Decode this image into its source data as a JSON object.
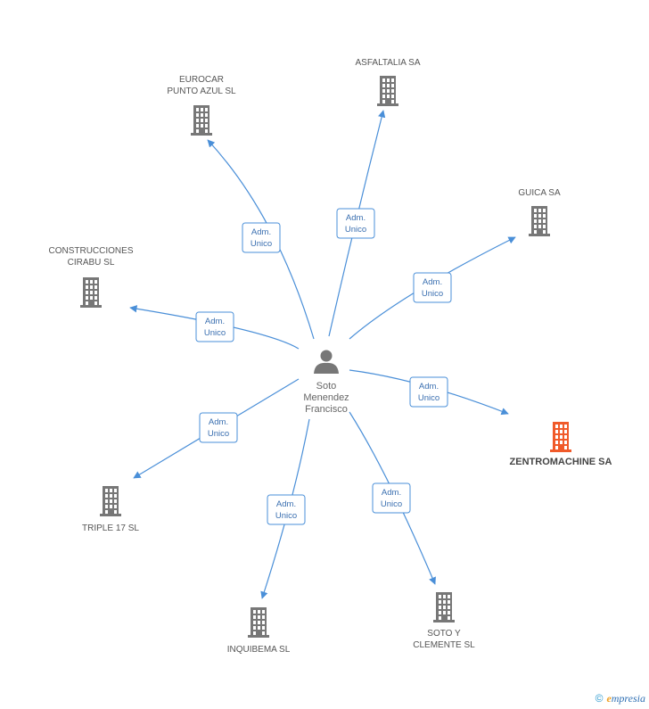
{
  "person": {
    "label_lines": [
      "Soto",
      "Menendez",
      "Francisco"
    ],
    "icon": "person-icon"
  },
  "companies": [
    {
      "id": "eurocar",
      "label_lines": [
        "EUROCAR",
        "PUNTO AZUL SL"
      ],
      "icon": "building-icon",
      "highlight": false
    },
    {
      "id": "asfaltalia",
      "label_lines": [
        "ASFALTALIA SA"
      ],
      "icon": "building-icon",
      "highlight": false
    },
    {
      "id": "guica",
      "label_lines": [
        "GUICA SA"
      ],
      "icon": "building-icon",
      "highlight": false
    },
    {
      "id": "construcciones",
      "label_lines": [
        "CONSTRUCCIONES",
        "CIRABU SL"
      ],
      "icon": "building-icon",
      "highlight": false
    },
    {
      "id": "zentromachine",
      "label_lines": [
        "ZENTROMACHINE SA"
      ],
      "icon": "building-icon",
      "highlight": true
    },
    {
      "id": "triple17",
      "label_lines": [
        "TRIPLE 17  SL"
      ],
      "icon": "building-icon",
      "highlight": false
    },
    {
      "id": "inquibema",
      "label_lines": [
        "INQUIBEMA SL"
      ],
      "icon": "building-icon",
      "highlight": false
    },
    {
      "id": "sotoyclemente",
      "label_lines": [
        "SOTO Y",
        "CLEMENTE SL"
      ],
      "icon": "building-icon",
      "highlight": false
    }
  ],
  "edges": [
    {
      "target": "eurocar",
      "label_lines": [
        "Adm.",
        "Unico"
      ]
    },
    {
      "target": "asfaltalia",
      "label_lines": [
        "Adm.",
        "Unico"
      ]
    },
    {
      "target": "guica",
      "label_lines": [
        "Adm.",
        "Unico"
      ]
    },
    {
      "target": "construcciones",
      "label_lines": [
        "Adm.",
        "Unico"
      ]
    },
    {
      "target": "zentromachine",
      "label_lines": [
        "Adm.",
        "Unico"
      ]
    },
    {
      "target": "triple17",
      "label_lines": [
        "Adm.",
        "Unico"
      ]
    },
    {
      "target": "inquibema",
      "label_lines": [
        "Adm.",
        "Unico"
      ]
    },
    {
      "target": "sotoyclemente",
      "label_lines": [
        "Adm.",
        "Unico"
      ]
    }
  ],
  "colors": {
    "edge": "#4a8fd8",
    "building": "#777777",
    "building_highlight": "#f05a2a",
    "person": "#777777"
  },
  "footer": {
    "copyright_symbol": "©",
    "brand_initial": "e",
    "brand_rest": "mpresia"
  }
}
